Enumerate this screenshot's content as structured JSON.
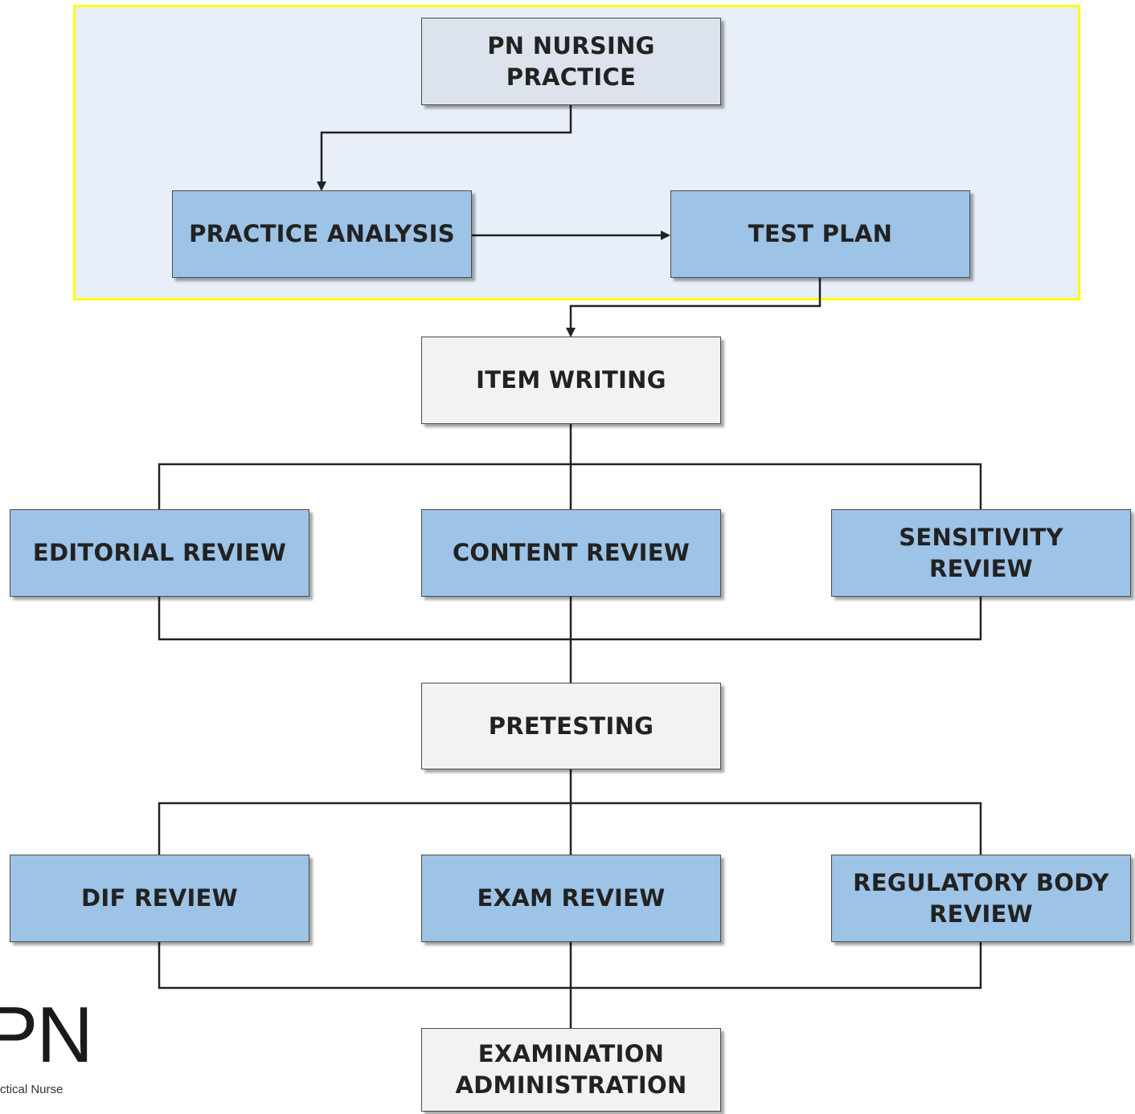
{
  "diagram": {
    "highlight_color": "#ffff00",
    "highlight_fill": "#e8eff8",
    "box_blue": "#9dc3e6",
    "box_light": "#f2f2f2",
    "nodes": {
      "pn_nursing_practice": "PN NURSING\nPRACTICE",
      "practice_analysis": "PRACTICE ANALYSIS",
      "test_plan": "TEST PLAN",
      "item_writing": "ITEM WRITING",
      "editorial_review": "EDITORIAL REVIEW",
      "content_review": "CONTENT REVIEW",
      "sensitivity_review": "SENSITIVITY\nREVIEW",
      "pretesting": "PRETESTING",
      "dif_review": "DIF REVIEW",
      "exam_review": "EXAM REVIEW",
      "regulatory_body_review": "REGULATORY BODY\nREVIEW",
      "examination_administration": "EXAMINATION\nADMINISTRATION"
    },
    "edges": [
      [
        "pn_nursing_practice",
        "practice_analysis"
      ],
      [
        "practice_analysis",
        "test_plan"
      ],
      [
        "test_plan",
        "item_writing"
      ],
      [
        "item_writing",
        "editorial_review"
      ],
      [
        "item_writing",
        "content_review"
      ],
      [
        "item_writing",
        "sensitivity_review"
      ],
      [
        "editorial_review",
        "pretesting"
      ],
      [
        "content_review",
        "pretesting"
      ],
      [
        "sensitivity_review",
        "pretesting"
      ],
      [
        "pretesting",
        "dif_review"
      ],
      [
        "pretesting",
        "exam_review"
      ],
      [
        "pretesting",
        "regulatory_body_review"
      ],
      [
        "dif_review",
        "examination_administration"
      ],
      [
        "exam_review",
        "examination_administration"
      ],
      [
        "regulatory_body_review",
        "examination_administration"
      ]
    ]
  },
  "logo": {
    "mark": "PN",
    "tagline": "ctical Nurse"
  }
}
